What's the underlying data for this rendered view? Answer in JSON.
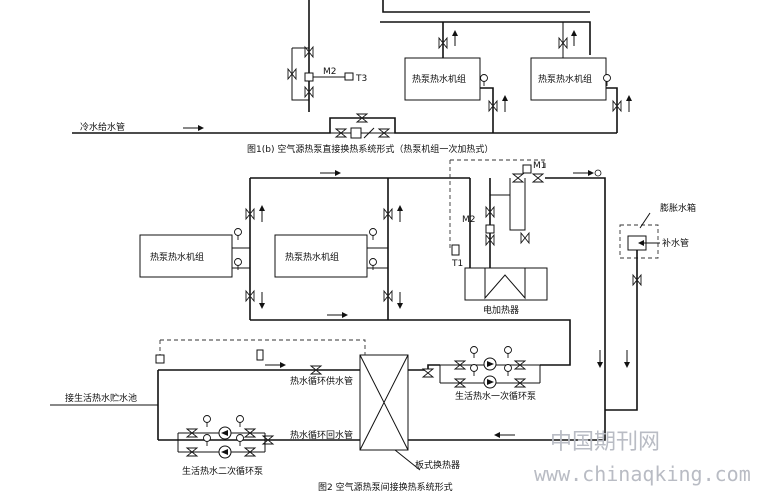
{
  "fig1": {
    "caption": "图1(b) 空气源热泵直接换热系统形式（热泵机组一次加热式）",
    "unit_a": "热泵热水机组",
    "unit_b": "热泵热水机组",
    "m2": "M2",
    "t3": "T3",
    "cold_water": "冷水给水管"
  },
  "fig2": {
    "caption": "图2 空气源热泵间接换热系统形式",
    "unit_a": "热泵热水机组",
    "unit_b": "热泵热水机组",
    "m1": "M1",
    "m2": "M2",
    "t1": "T1",
    "heater": "电加热器",
    "tank": "膨胀水箱",
    "makeup": "补水管",
    "supply": "热水循环供水管",
    "return": "热水循环回水管",
    "primary_pump": "生活热水一次循环泵",
    "secondary_pump": "生活热水二次循环泵",
    "storage": "接生活热水贮水池",
    "plate_hx": "板式换热器"
  },
  "watermark": {
    "cn": "中国期刊网",
    "url": "www.chinaqking.com"
  }
}
